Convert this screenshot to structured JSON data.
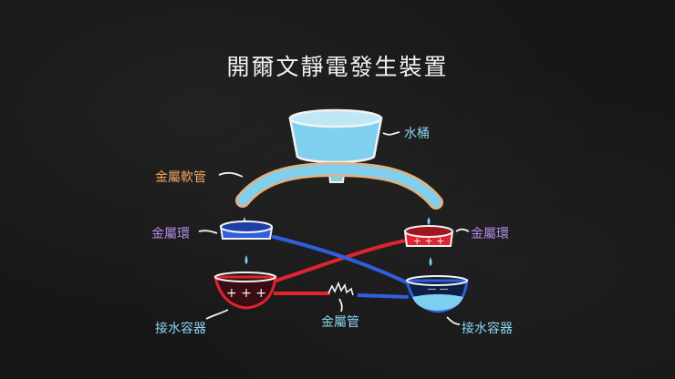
{
  "title": "開爾文靜電發生裝置",
  "labels": {
    "bucket": "水桶",
    "hose": "金屬軟管",
    "ring_left": "金屬環",
    "ring_right": "金屬環",
    "container_left": "接水容器",
    "container_right": "接水容器",
    "pipe": "金屬管"
  },
  "charges": {
    "left_container": "+ + +",
    "right_ring": "+ + +",
    "right_container": "— —"
  },
  "colors": {
    "water": "#7fd0ee",
    "red": "#e0232f",
    "blue": "#2f5fe0",
    "hose": "#e6b07a",
    "label_cyan": "#8ad6f0",
    "label_purple": "#b48be8",
    "label_orange": "#f0a860",
    "chalk": "#f2f2f2"
  }
}
